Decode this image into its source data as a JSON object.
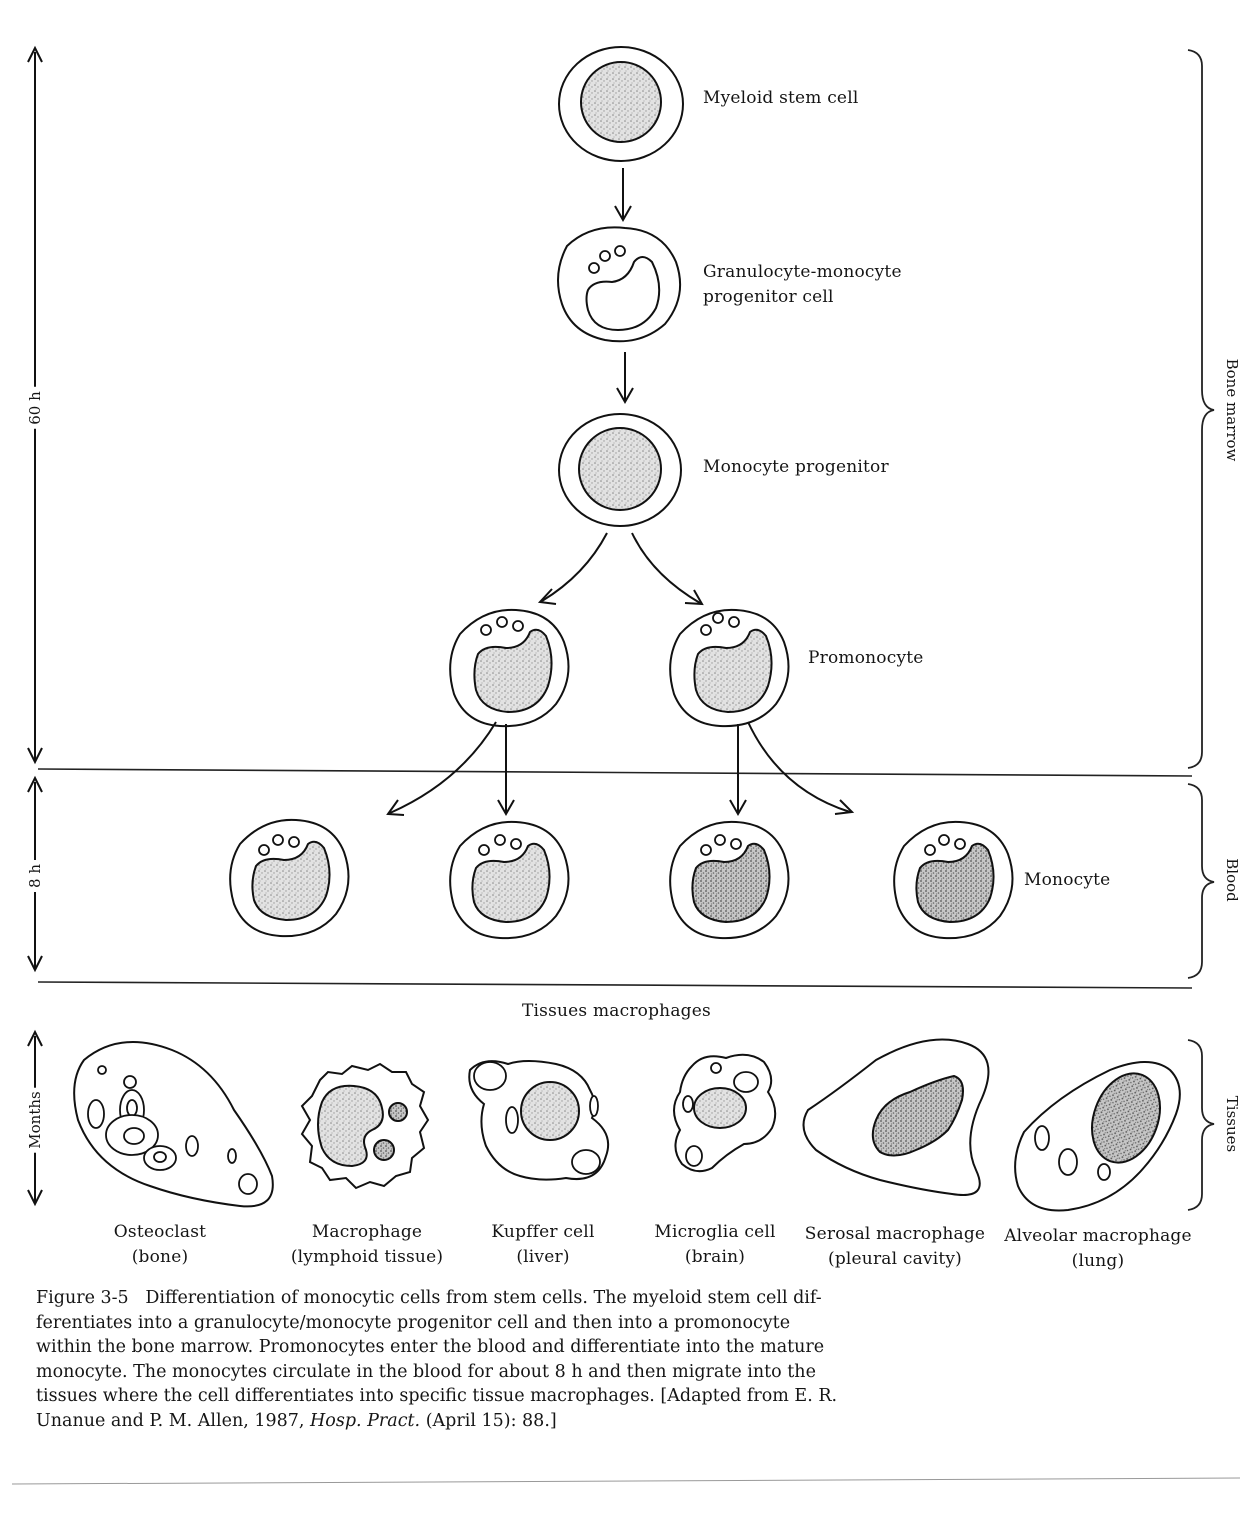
{
  "stages": {
    "myeloid": "Myeloid stem cell",
    "gm_progenitor_line1": "Granulocyte-monocyte",
    "gm_progenitor_line2": "progenitor cell",
    "monocyte_progenitor": "Monocyte progenitor",
    "promonocyte": "Promonocyte",
    "monocyte": "Monocyte"
  },
  "time_scale": {
    "bone_marrow_duration": "60 h",
    "blood_duration": "8 h",
    "tissue_duration": "Months"
  },
  "compartments": {
    "bone_marrow": "Bone marrow",
    "blood": "Blood",
    "tissues": "Tissues"
  },
  "tissues_heading": "Tissues macrophages",
  "macrophages": [
    {
      "name": "Osteoclast",
      "site": "(bone)"
    },
    {
      "name": "Macrophage",
      "site": "(lymphoid tissue)"
    },
    {
      "name": "Kupffer cell",
      "site": "(liver)"
    },
    {
      "name": "Microglia cell",
      "site": "(brain)"
    },
    {
      "name": "Serosal macrophage",
      "site": "(pleural cavity)"
    },
    {
      "name": "Alveolar macrophage",
      "site": "(lung)"
    }
  ],
  "caption": {
    "figure_label": "Figure 3-5",
    "lines": [
      "Differentiation of monocytic cells from stem cells. The myeloid stem cell dif-",
      "ferentiates into a granulocyte/monocyte progenitor cell and then into a promonocyte",
      "within the bone marrow. Promonocytes enter the blood and differentiate into the mature",
      "monocyte. The monocytes circulate in the blood for about 8 h and then migrate into the",
      "tissues where the cell differentiates into specific tissue macrophages. [Adapted from E. R.",
      "Unanue and P. M. Allen, 1987,"
    ],
    "journal": "Hosp. Pract.",
    "citation_end": "(April 15): 88.]"
  }
}
